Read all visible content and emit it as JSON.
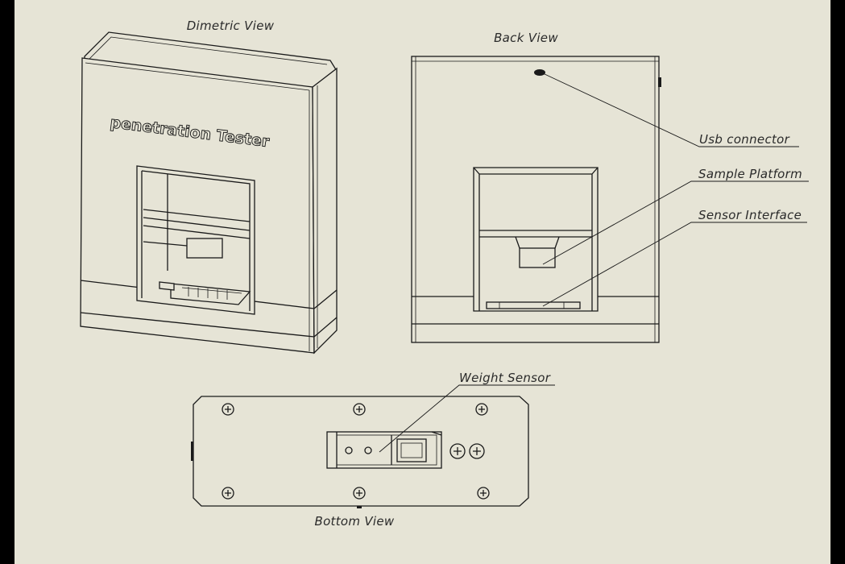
{
  "views": {
    "dimetric": "Dimetric View",
    "back": "Back View",
    "bottom": "Bottom View"
  },
  "device_label": "penetration Tester",
  "callouts": {
    "usb": "Usb connector",
    "sample_platform": "Sample Platform",
    "sensor_interface": "Sensor Interface",
    "weight_sensor": "Weight Sensor"
  },
  "colors": {
    "sheet": "#e6e4d6",
    "frame": "#000000",
    "ink": "#1a1a1a"
  }
}
